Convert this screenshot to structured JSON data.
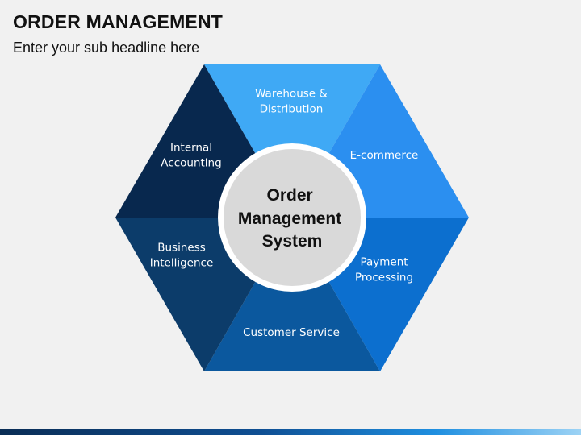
{
  "header": {
    "title": "ORDER MANAGEMENT",
    "subtitle": "Enter your sub headline here"
  },
  "diagram": {
    "center": {
      "lines": [
        "Order",
        "Management",
        "System"
      ]
    },
    "segments": [
      {
        "name": "warehouse-distribution",
        "lines": [
          "Warehouse &",
          "Distribution"
        ],
        "color": "#3fa9f5"
      },
      {
        "name": "e-commerce",
        "lines": [
          "E-commerce"
        ],
        "color": "#2b8ff0"
      },
      {
        "name": "payment-processing",
        "lines": [
          "Payment",
          "Processing"
        ],
        "color": "#0c6fcf"
      },
      {
        "name": "customer-service",
        "lines": [
          "Customer Service"
        ],
        "color": "#0b589e"
      },
      {
        "name": "business-intelligence",
        "lines": [
          "Business",
          "Intelligence"
        ],
        "color": "#0c3c6a"
      },
      {
        "name": "internal-accounting",
        "lines": [
          "Internal",
          "Accounting"
        ],
        "color": "#08284e"
      }
    ]
  }
}
